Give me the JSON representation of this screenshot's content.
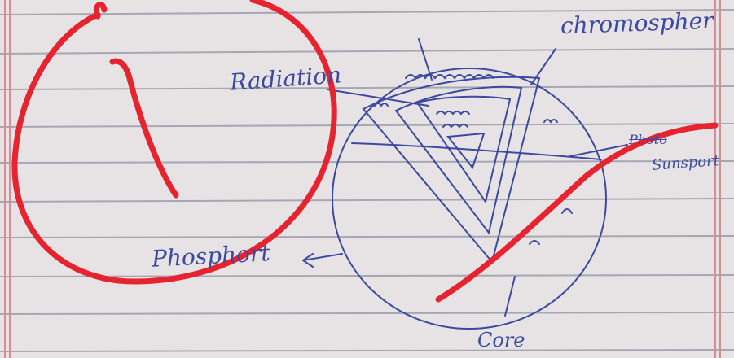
{
  "labels": {
    "chromosphere": "chromospher",
    "radiation": "Radiation",
    "photo_struck": "Photo",
    "sunspot": "Sunsport",
    "photosphere": "Phosphort",
    "core": "Core"
  },
  "colors": {
    "paper": "#ece8e8",
    "rule_line": "#a7a7b3",
    "margin_line": "#d98c95",
    "ink": "#3b4aa0",
    "marker": "#e6232f"
  }
}
